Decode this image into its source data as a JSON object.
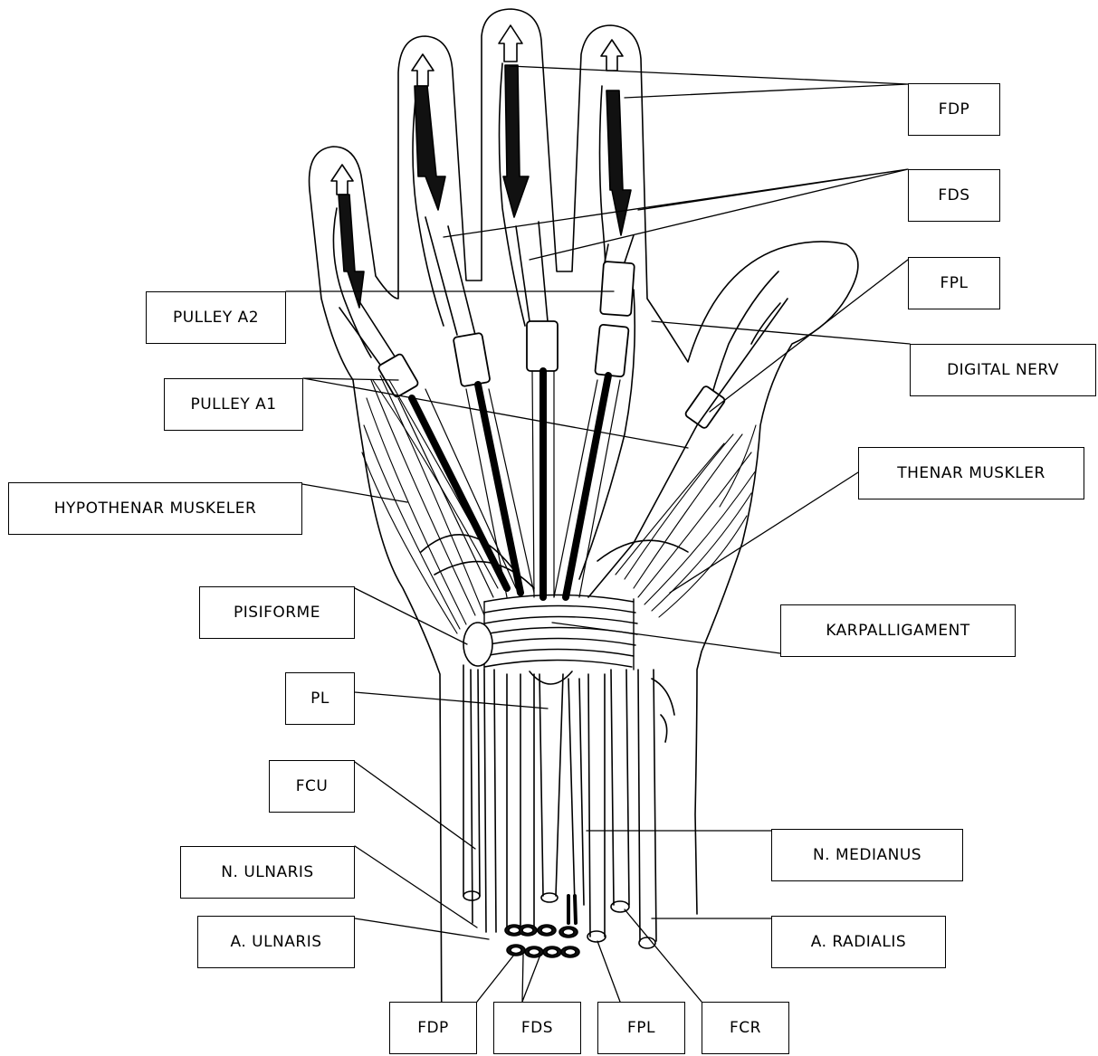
{
  "labels": {
    "fdp_top": "FDP",
    "fds_top": "FDS",
    "fpl_top": "FPL",
    "pulley_a2": "PULLEY A2",
    "digital_nerv": "DIGITAL NERV",
    "pulley_a1": "PULLEY A1",
    "thenar": "THENAR MUSKLER",
    "hypothenar": "HYPOTHENAR MUSKELER",
    "pisiforme": "PISIFORME",
    "karpalligament": "KARPALLIGAMENT",
    "pl": "PL",
    "fcu": "FCU",
    "n_medianus": "N. MEDIANUS",
    "n_ulnaris": "N. ULNARIS",
    "a_ulnaris": "A. ULNARIS",
    "a_radialis": "A. RADIALIS",
    "fdp_bottom": "FDP",
    "fds_bottom": "FDS",
    "fpl_bottom": "FPL",
    "fcr_bottom": "FCR"
  }
}
